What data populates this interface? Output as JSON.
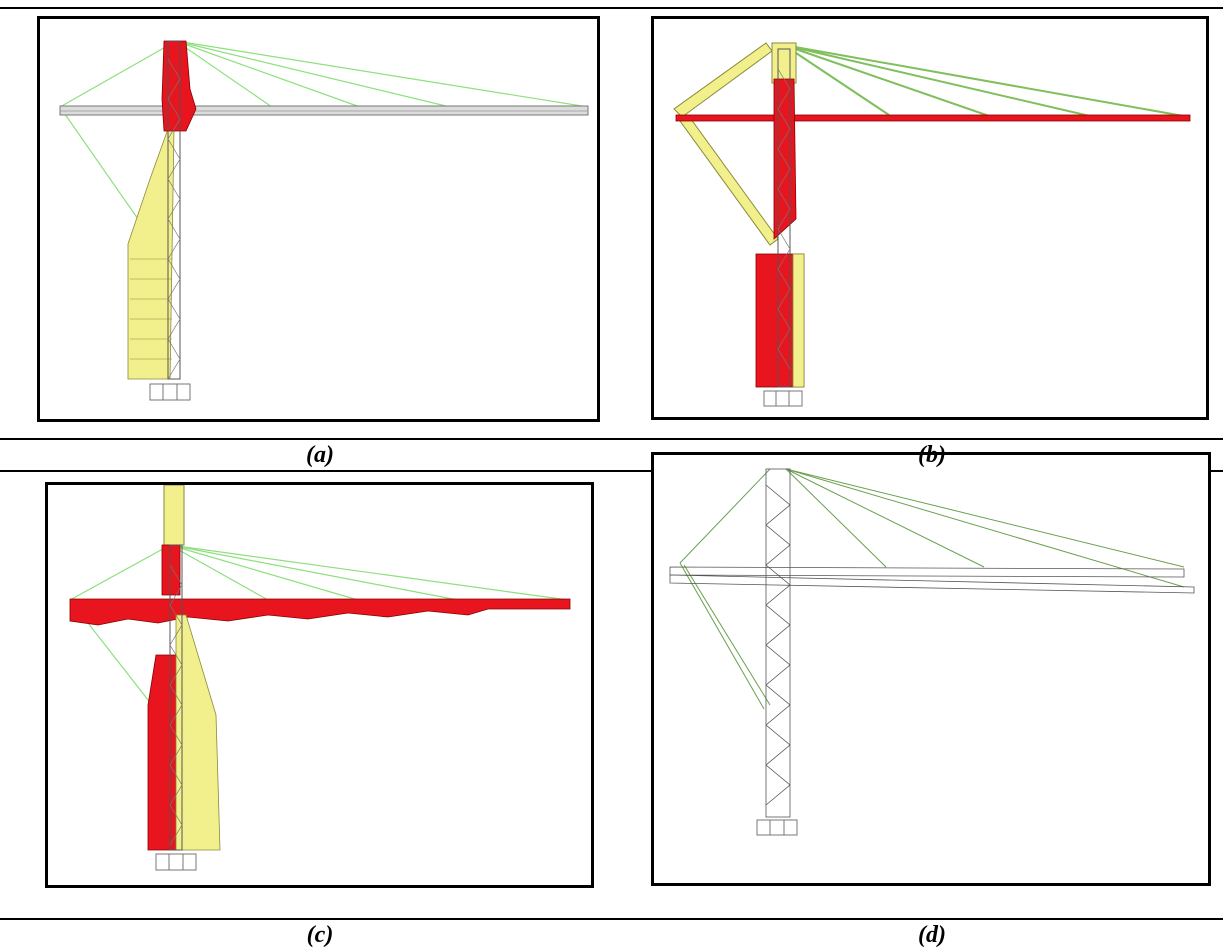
{
  "figure": {
    "panels": [
      {
        "id": "a",
        "caption": "(a)"
      },
      {
        "id": "b",
        "caption": "(b)"
      },
      {
        "id": "c",
        "caption": "(c)"
      },
      {
        "id": "d",
        "caption": "(d)"
      }
    ]
  },
  "colors": {
    "compression": "#e8141e",
    "tension": "#f2f08c",
    "tie": "#8ee07e",
    "tie_dark": "#4f8a3c",
    "lattice": "#8a8a8a",
    "outline": "#000000"
  }
}
